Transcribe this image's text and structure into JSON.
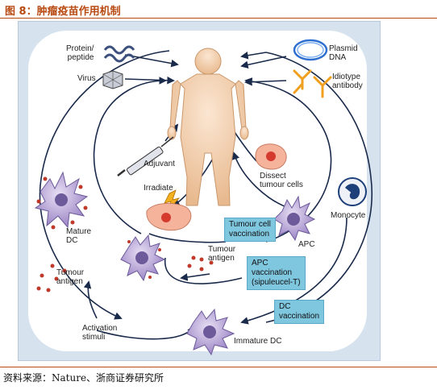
{
  "figure": {
    "title": "图 8：肿瘤疫苗作用机制",
    "source": "资料来源：Nature、浙商证券研究所"
  },
  "labels": {
    "protein_peptide": "Protein/\npeptide",
    "virus": "Virus",
    "plasmid_dna": "Plasmid\nDNA",
    "idiotype_antibody": "Idiotype\nantibody",
    "adjuvant": "Adjuvant",
    "irradiate": "Irradiate",
    "dissect_tumour_cells": "Dissect\ntumour cells",
    "monocyte": "Monocyte",
    "mature_dc": "Mature\nDC",
    "apc": "APC",
    "tumour_antigen_center": "Tumour\nantigen",
    "tumour_antigen_left": "Tumour\nantigen",
    "activation_stimuli": "Activation\nstimuli",
    "immature_dc": "Immature DC"
  },
  "boxes": {
    "tumour_cell_vaccination": "Tumour cell\nvaccination",
    "apc_vaccination": "APC\nvaccination\n(sipuleucel-T)",
    "dc_vaccination": "DC\nvaccination"
  },
  "colors": {
    "title": "#b84a12",
    "panel": "#d6e3ef",
    "box": "#7fc6df",
    "arrow": "#1a2a4a",
    "body": "#f3d3b6",
    "cell": "#b9a6d6",
    "nucleus": "#6d5a9a",
    "antigen": "#c0392b",
    "tumour_cell": "#f5b39c",
    "antibody": "#f0a01e"
  },
  "icons": [
    "human-body-icon",
    "protein-icon",
    "virus-icon",
    "plasmid-icon",
    "antibody-icon",
    "syringe-icon",
    "lightning-icon",
    "tumour-cell-icon",
    "monocyte-icon",
    "dendritic-cell-icon",
    "apc-icon"
  ]
}
